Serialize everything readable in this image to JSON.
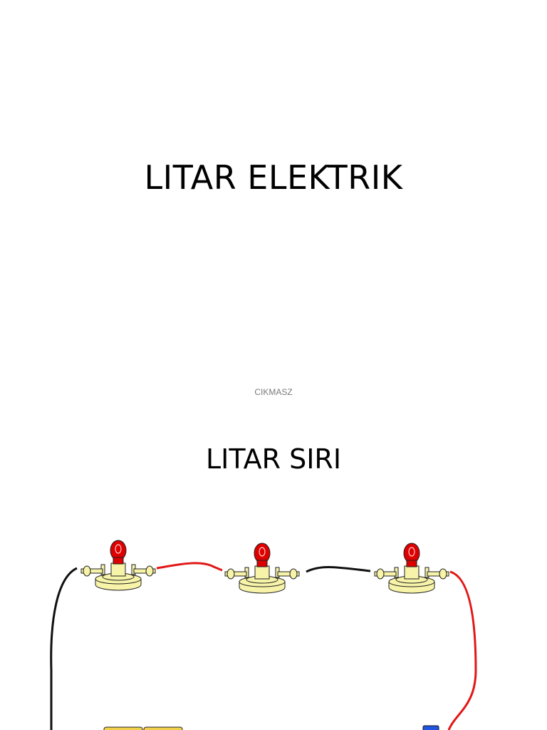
{
  "slide1": {
    "title": "LITAR ELEKTRIK"
  },
  "watermark": {
    "text": "CIKMASZ"
  },
  "slide2": {
    "title": "LITAR SIRI"
  },
  "colors": {
    "bulb": "#dd0000",
    "holder": "#f7f3a8",
    "wire_red": "#e21616",
    "wire_black": "#111111",
    "battery": "#f1d04b",
    "switch": "#2255dd"
  },
  "diagram": {
    "components": [
      "bulb-holder",
      "bulb-holder",
      "bulb-holder",
      "battery",
      "battery",
      "switch"
    ]
  }
}
